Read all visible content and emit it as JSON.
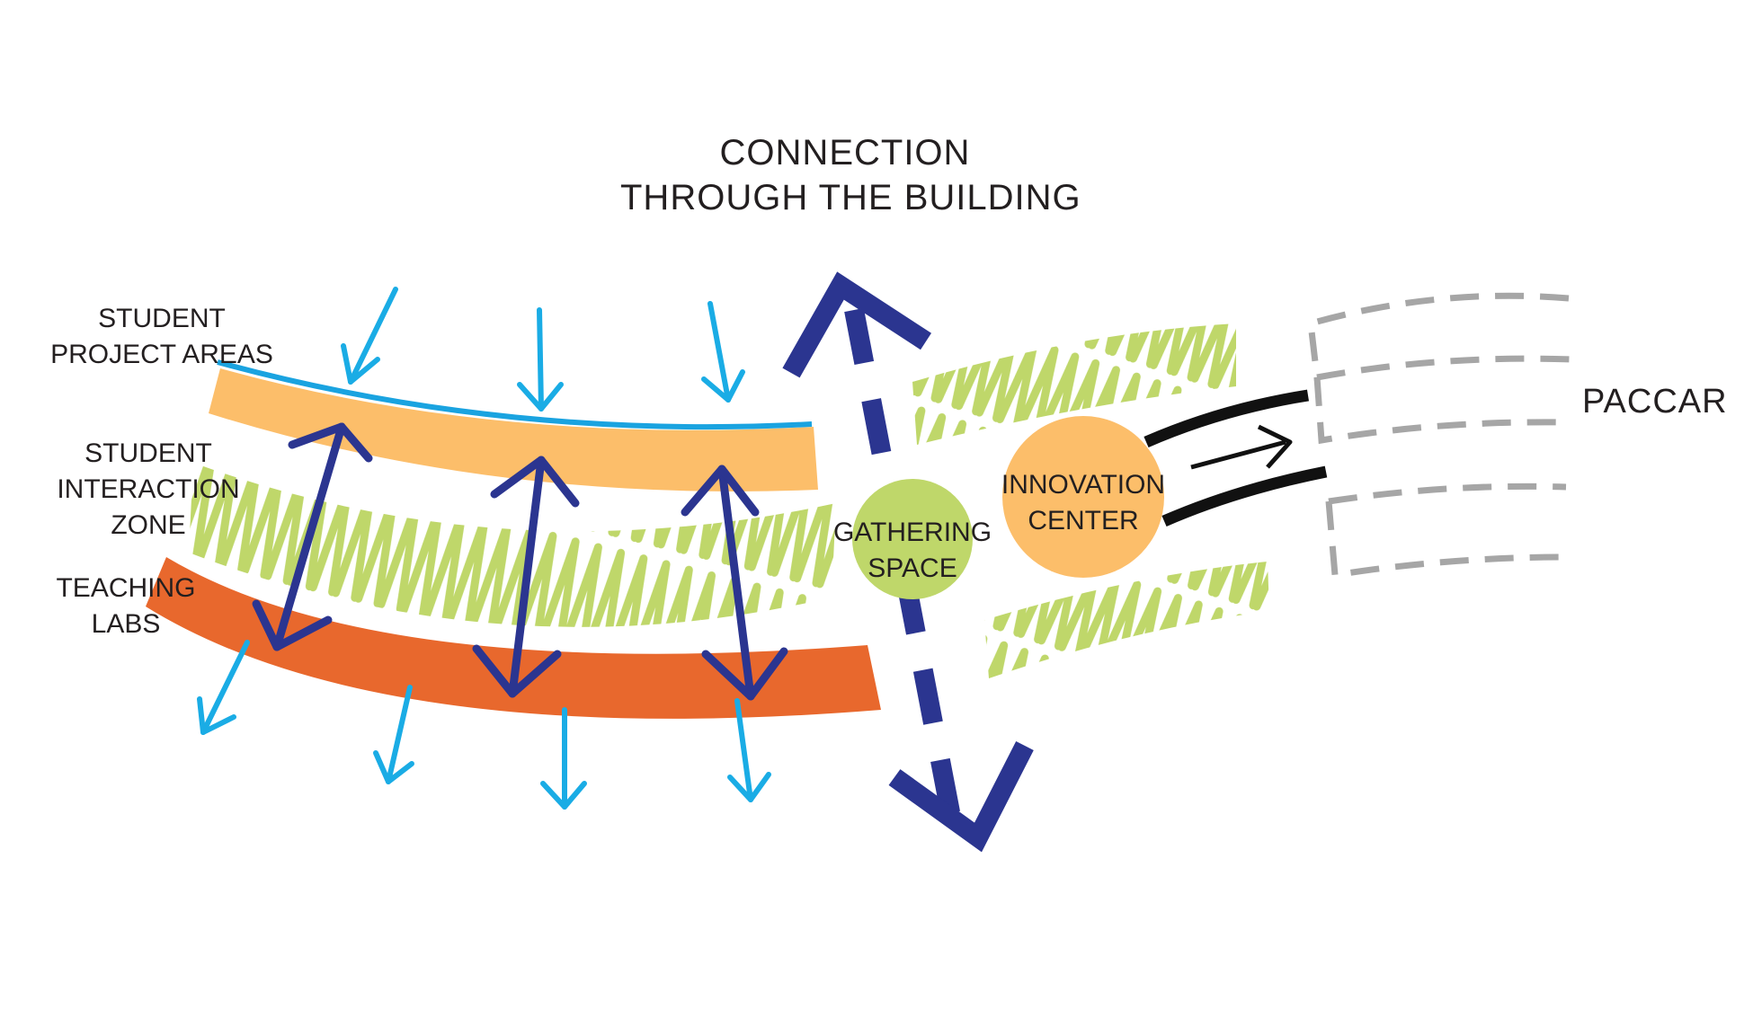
{
  "title": {
    "line1": "CONNECTION",
    "line2": "THROUGH THE BUILDING"
  },
  "labels": {
    "student_project_areas": {
      "line1": "STUDENT",
      "line2": "PROJECT AREAS"
    },
    "student_interaction_zone": {
      "line1": "STUDENT",
      "line2": "INTERACTION",
      "line3": "ZONE"
    },
    "teaching_labs": {
      "line1": "TEACHING",
      "line2": "LABS"
    },
    "gathering_space": {
      "line1": "GATHERING",
      "line2": "SPACE"
    },
    "innovation_center": {
      "line1": "INNOVATION",
      "line2": "CENTER"
    },
    "paccar": "PACCAR"
  },
  "colors": {
    "project_band": "#fcbe6a",
    "project_edge": "#1aa3e0",
    "lab_band": "#e8682d",
    "interaction_zone": "#bfd76a",
    "flow_arrows": "#2b3590",
    "light_arrows": "#1aace5",
    "gathering_circle": "#bfd76a",
    "innovation_circle": "#fcbe6a",
    "connector": "#111111",
    "paccar_outline": "#a6a6a6"
  }
}
